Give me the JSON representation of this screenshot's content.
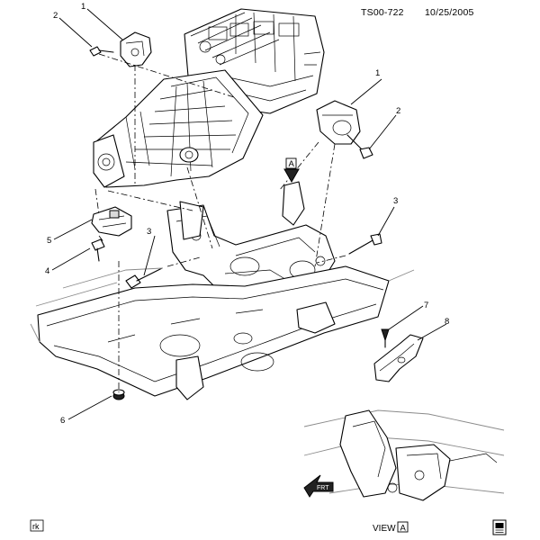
{
  "header": {
    "id": "TS00-722",
    "date": "10/25/2005"
  },
  "callouts": {
    "c1a": "1",
    "c2a": "2",
    "c1b": "1",
    "c2b": "2",
    "c3a": "3",
    "c3b": "3",
    "c5": "5",
    "c4": "4",
    "c6": "6",
    "c7": "7",
    "c8": "8"
  },
  "view_marker": {
    "letter": "A"
  },
  "view_label": {
    "text": "VIEW",
    "letter": "A"
  },
  "front_arrow": {
    "text": "FRT"
  },
  "corner_tag": {
    "text": "rk"
  },
  "icons": {
    "view_arrow": "view-direction-arrow-icon",
    "front": "front-direction-arrow-icon",
    "logo": "manual-symbol-icon"
  }
}
